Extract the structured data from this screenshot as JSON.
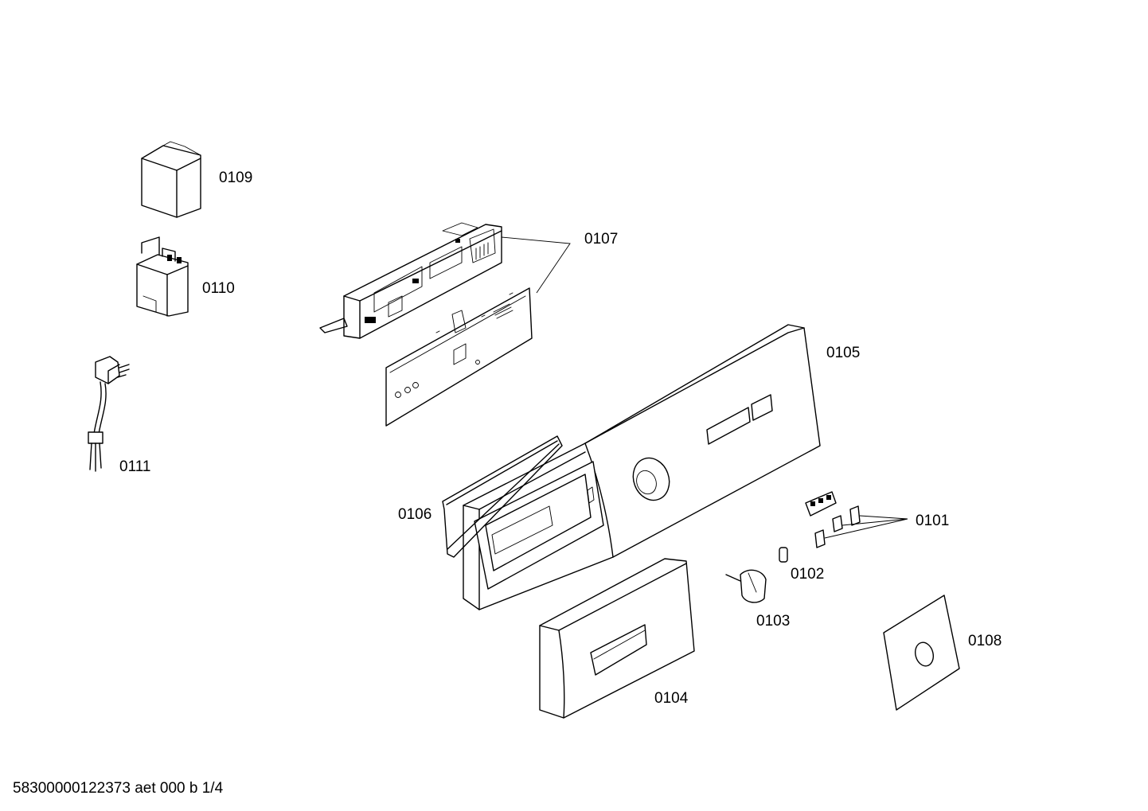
{
  "parts": [
    {
      "id": "0109",
      "label": "0109"
    },
    {
      "id": "0110",
      "label": "0110"
    },
    {
      "id": "0111",
      "label": "0111"
    },
    {
      "id": "0107",
      "label": "0107"
    },
    {
      "id": "0105",
      "label": "0105"
    },
    {
      "id": "0106",
      "label": "0106"
    },
    {
      "id": "0101",
      "label": "0101"
    },
    {
      "id": "0102",
      "label": "0102"
    },
    {
      "id": "0103",
      "label": "0103"
    },
    {
      "id": "0104",
      "label": "0104"
    },
    {
      "id": "0108",
      "label": "0108"
    }
  ],
  "footer": {
    "text": "58300000122373 aet 000 b 1/4"
  }
}
